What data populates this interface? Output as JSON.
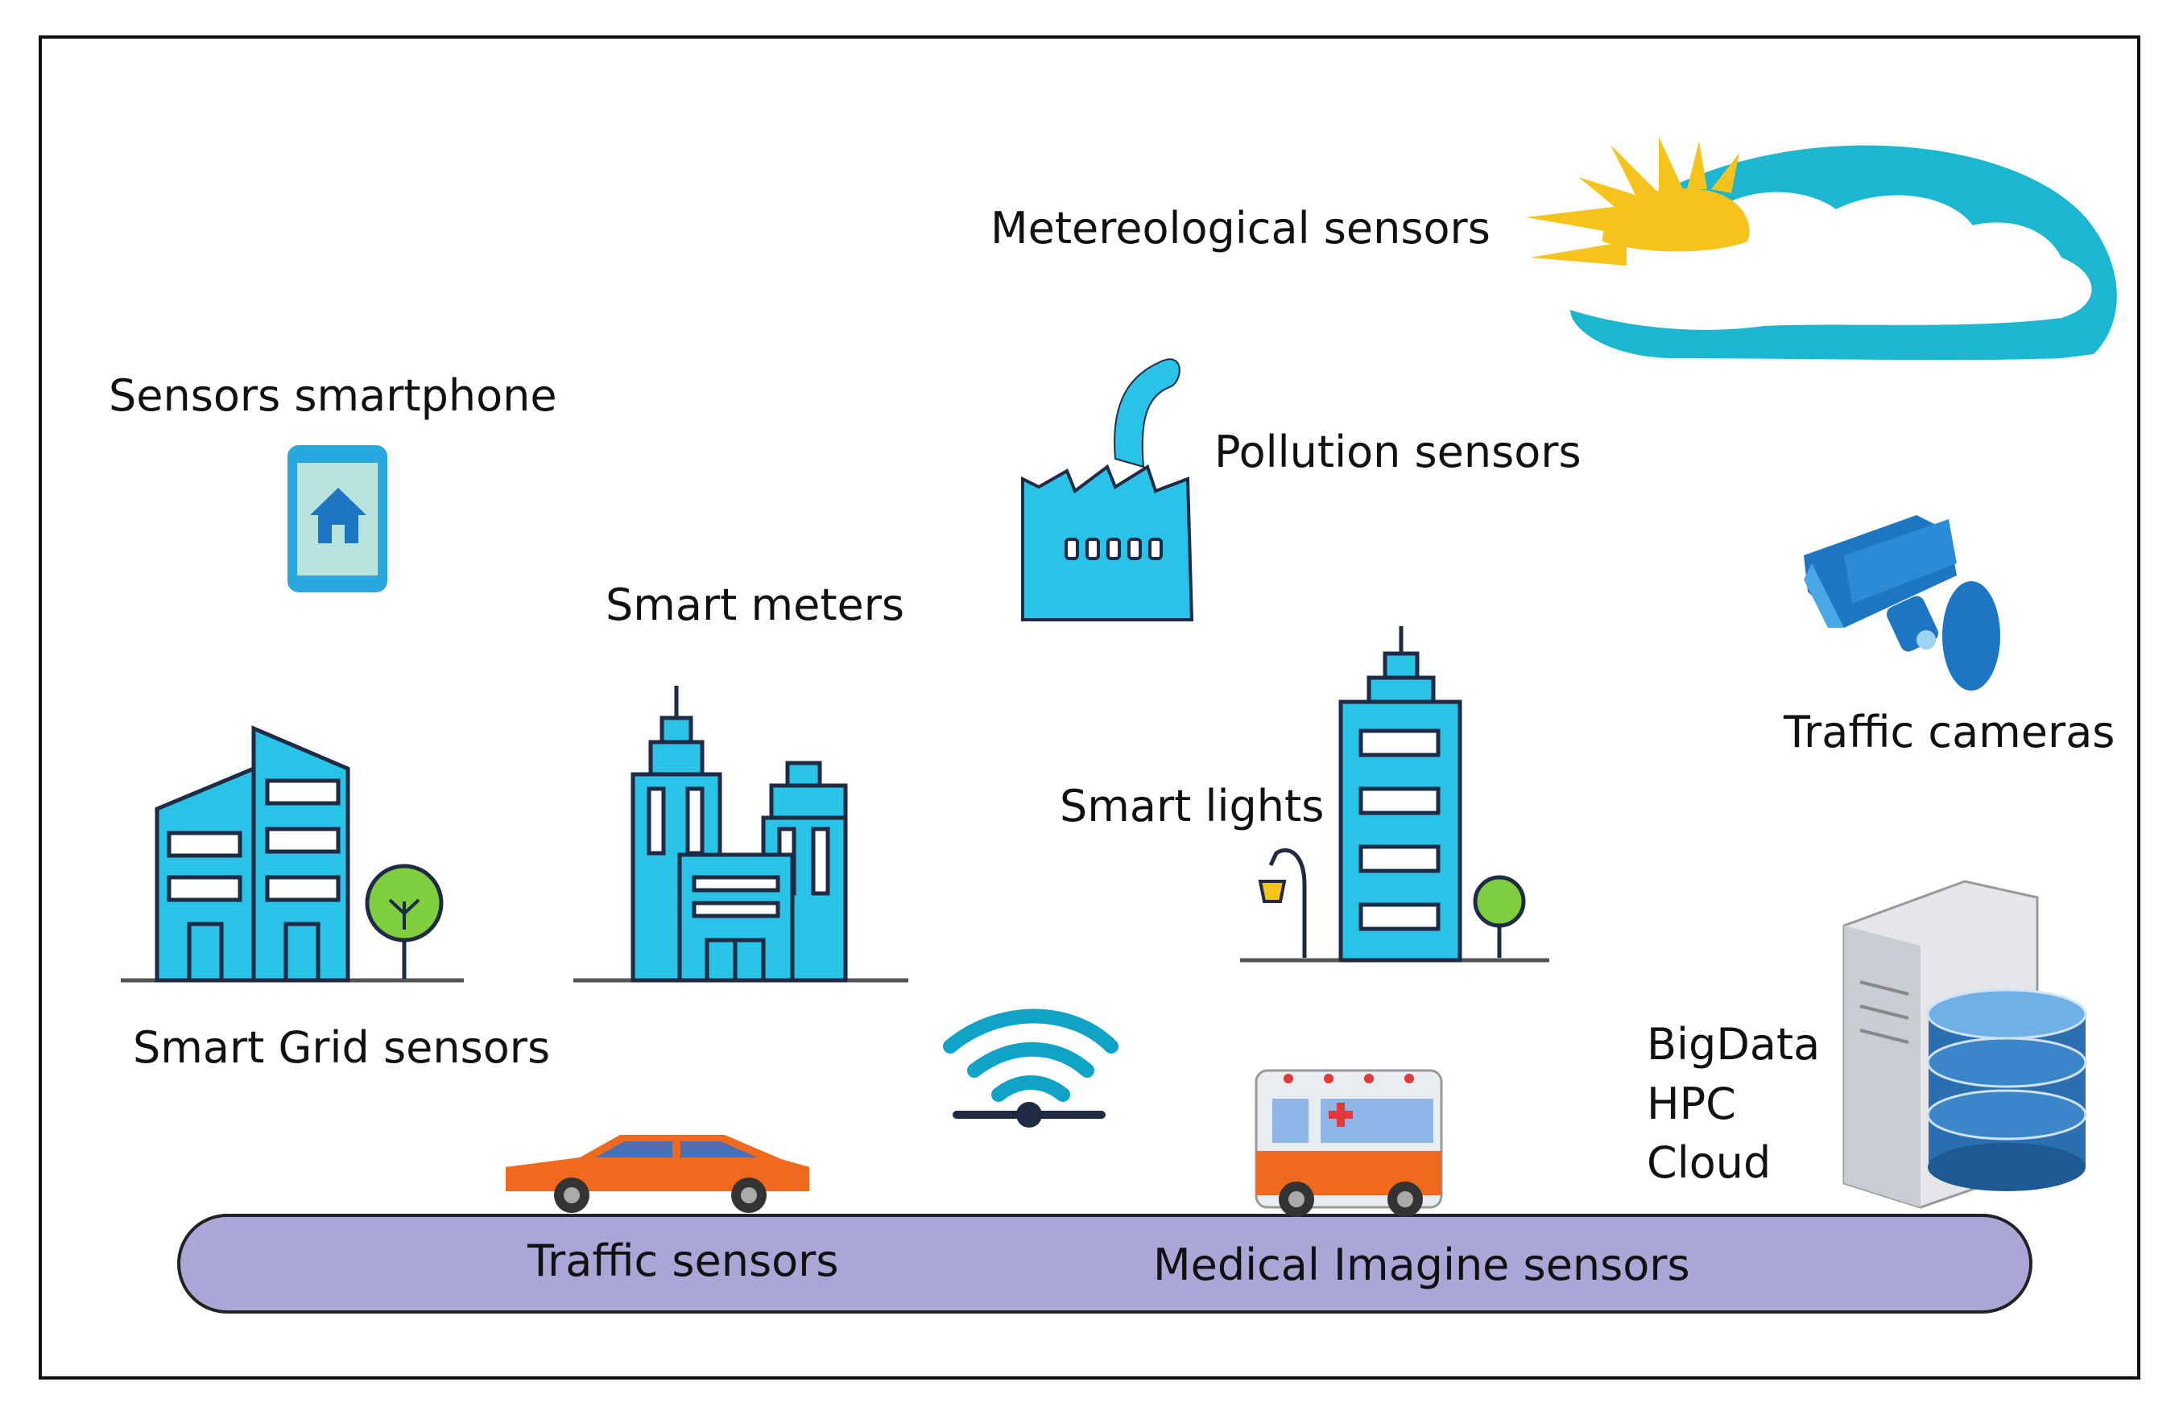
{
  "labels": {
    "meteorological": "Metereological sensors",
    "smartphone": "Sensors smartphone",
    "pollution": "Pollution sensors",
    "smart_meters": "Smart meters",
    "traffic_cameras": "Traffic cameras",
    "smart_lights": "Smart lights",
    "smart_grid": "Smart Grid sensors",
    "traffic_sensors": "Traffic sensors",
    "medical": "Medical Imagine sensors",
    "bigdata": "BigData",
    "hpc": "HPC",
    "cloud": "Cloud"
  },
  "icons": {
    "weather": "sun-cloud-icon",
    "smartphone": "smartphone-icon",
    "factory": "factory-icon",
    "smart_meter_building": "building-icon",
    "camera": "cctv-camera-icon",
    "smart_light_building": "tower-building-icon",
    "street_light": "street-lamp-icon",
    "smart_grid_building": "office-building-icon",
    "tree": "tree-icon",
    "wifi": "wifi-icon",
    "car": "car-icon",
    "ambulance": "ambulance-icon",
    "server": "server-database-icon"
  },
  "colors": {
    "cyan": "#29c3e8",
    "stroke": "#1f2a44",
    "sun": "#f6c21c",
    "cloud": "#1bb6cf",
    "road": "#aaa6d6",
    "car": "#f06a1e",
    "blue": "#1d76c2",
    "tree": "#7fce3d"
  }
}
